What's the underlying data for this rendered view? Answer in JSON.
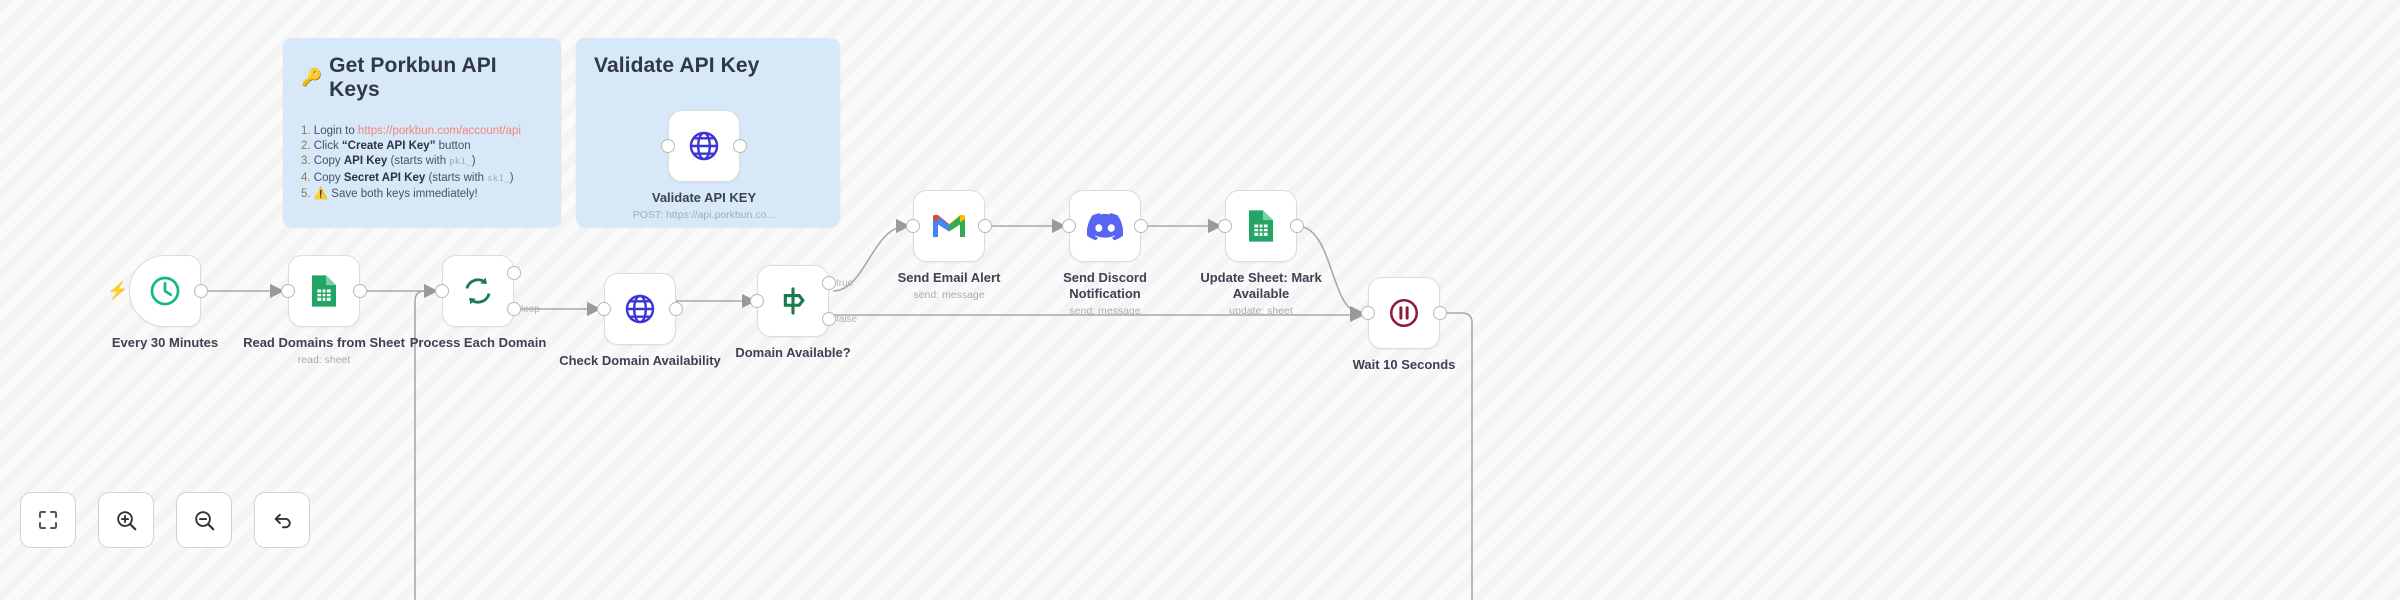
{
  "canvas": {
    "background_color": "#f6f6f6",
    "stripe_color": "#f0f0f0"
  },
  "sticky_notes": [
    {
      "id": "porkbun-api-keys-note",
      "icon": "key-icon",
      "icon_glyph": "🔑",
      "title": "Get Porkbun API Keys",
      "background_color": "#d7e8f8",
      "items": [
        {
          "num": "1.",
          "pre": "Login to ",
          "url": "https://porkbun.com/account/api",
          "post": ""
        },
        {
          "num": "2.",
          "pre": "Click ",
          "bold": "“Create API Key”",
          "post": " button"
        },
        {
          "num": "3.",
          "pre": "Copy ",
          "bold": "API Key",
          "post": " (starts with ",
          "code": "pk1_",
          "tail": ")"
        },
        {
          "num": "4.",
          "pre": "Copy ",
          "bold": "Secret API Key",
          "post": " (starts with ",
          "code": "sk1_",
          "tail": ")"
        },
        {
          "num": "5.",
          "pre": "⚠️  Save both keys immediately!",
          "post": ""
        }
      ]
    },
    {
      "id": "validate-api-key-note",
      "title": "Validate API Key",
      "background_color": "#d7e8f8"
    }
  ],
  "nodes": [
    {
      "id": "schedule-trigger",
      "icon": "clock-icon",
      "icon_color": "#12b886",
      "label": "Every 30 Minutes",
      "sublabel": "",
      "shape": "trigger",
      "badge": "lightning-bolt-icon"
    },
    {
      "id": "read-domains-from-sheet",
      "icon": "google-sheets-icon",
      "icon_color": "#23a566",
      "label": "Read Domains from Sheet",
      "sublabel": "read: sheet"
    },
    {
      "id": "process-each-domain",
      "icon": "loop-icon",
      "icon_color": "#1b7a4f",
      "label": "Process Each Domain",
      "sublabel": "",
      "output_labels": [
        "loop"
      ]
    },
    {
      "id": "check-domain-availability",
      "icon": "globe-icon",
      "icon_color": "#3b35d6",
      "label": "Check Domain Availability",
      "sublabel": ""
    },
    {
      "id": "domain-available-switch",
      "icon": "signpost-icon",
      "icon_color": "#1b7a4f",
      "label": "Domain Available?",
      "sublabel": "",
      "output_labels": [
        "true",
        "false"
      ]
    },
    {
      "id": "send-email-alert",
      "icon": "gmail-icon",
      "label": "Send Email Alert",
      "sublabel": "send: message"
    },
    {
      "id": "send-discord-notification",
      "icon": "discord-icon",
      "icon_color": "#5865f2",
      "label": "Send Discord Notification",
      "sublabel": "send: message"
    },
    {
      "id": "update-sheet-mark-available",
      "icon": "google-sheets-icon",
      "icon_color": "#23a566",
      "label": "Update Sheet: Mark Available",
      "sublabel": "update: sheet"
    },
    {
      "id": "validate-api-key",
      "icon": "globe-icon",
      "icon_color": "#3b35d6",
      "label": "Validate API KEY",
      "sublabel": "POST: https://api.porkbun.co..."
    },
    {
      "id": "wait-10-seconds",
      "icon": "pause-icon",
      "icon_color": "#8c1c3a",
      "label": "Wait 10 Seconds",
      "sublabel": ""
    }
  ],
  "edge_labels": {
    "loop": "loop",
    "true": "true",
    "false": "false"
  },
  "zoom_controls": [
    {
      "id": "fit-view-button",
      "icon": "fit-view-icon"
    },
    {
      "id": "zoom-in-button",
      "icon": "zoom-in-icon"
    },
    {
      "id": "zoom-out-button",
      "icon": "zoom-out-icon"
    },
    {
      "id": "reset-button",
      "icon": "undo-arrow-icon"
    }
  ]
}
